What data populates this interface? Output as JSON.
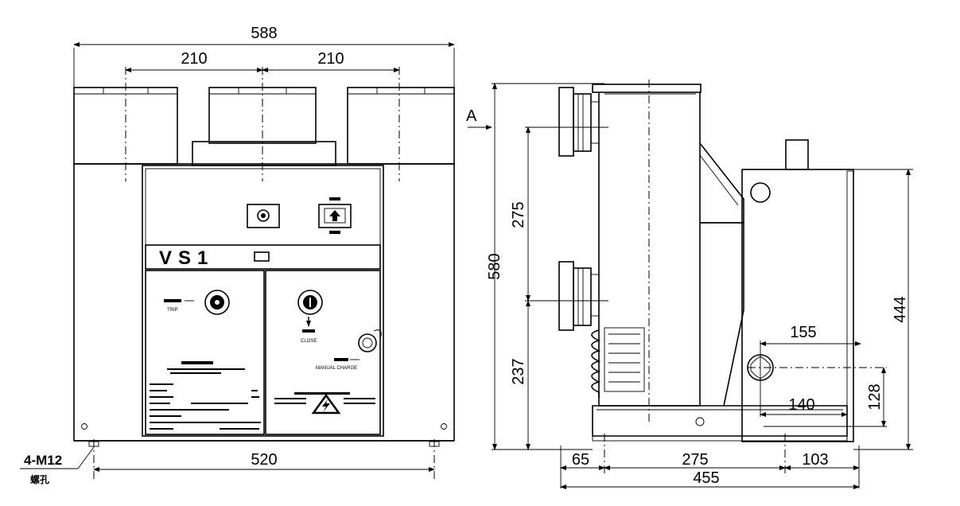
{
  "front_view": {
    "overall_width": "588",
    "pole_spacing_left": "210",
    "pole_spacing_right": "210",
    "mounting_spacing": "520",
    "mounting_holes": "4-M12",
    "mounting_holes_note": "螺孔",
    "model_label": "VS1",
    "trip_label": "TRIP",
    "close_label": "CLOSE",
    "manual_charge_label": "MANUAL CHARGE"
  },
  "side_view": {
    "view_marker": "A",
    "overall_height": "580",
    "terminal_spacing": "275",
    "lower_terminal_height": "237",
    "frame_height": "444",
    "bolt_offset_upper": "155",
    "bolt_offset_lower": "140",
    "bolt_height": "128",
    "base_left": "65",
    "base_middle": "275",
    "base_right": "103",
    "overall_depth": "455"
  }
}
